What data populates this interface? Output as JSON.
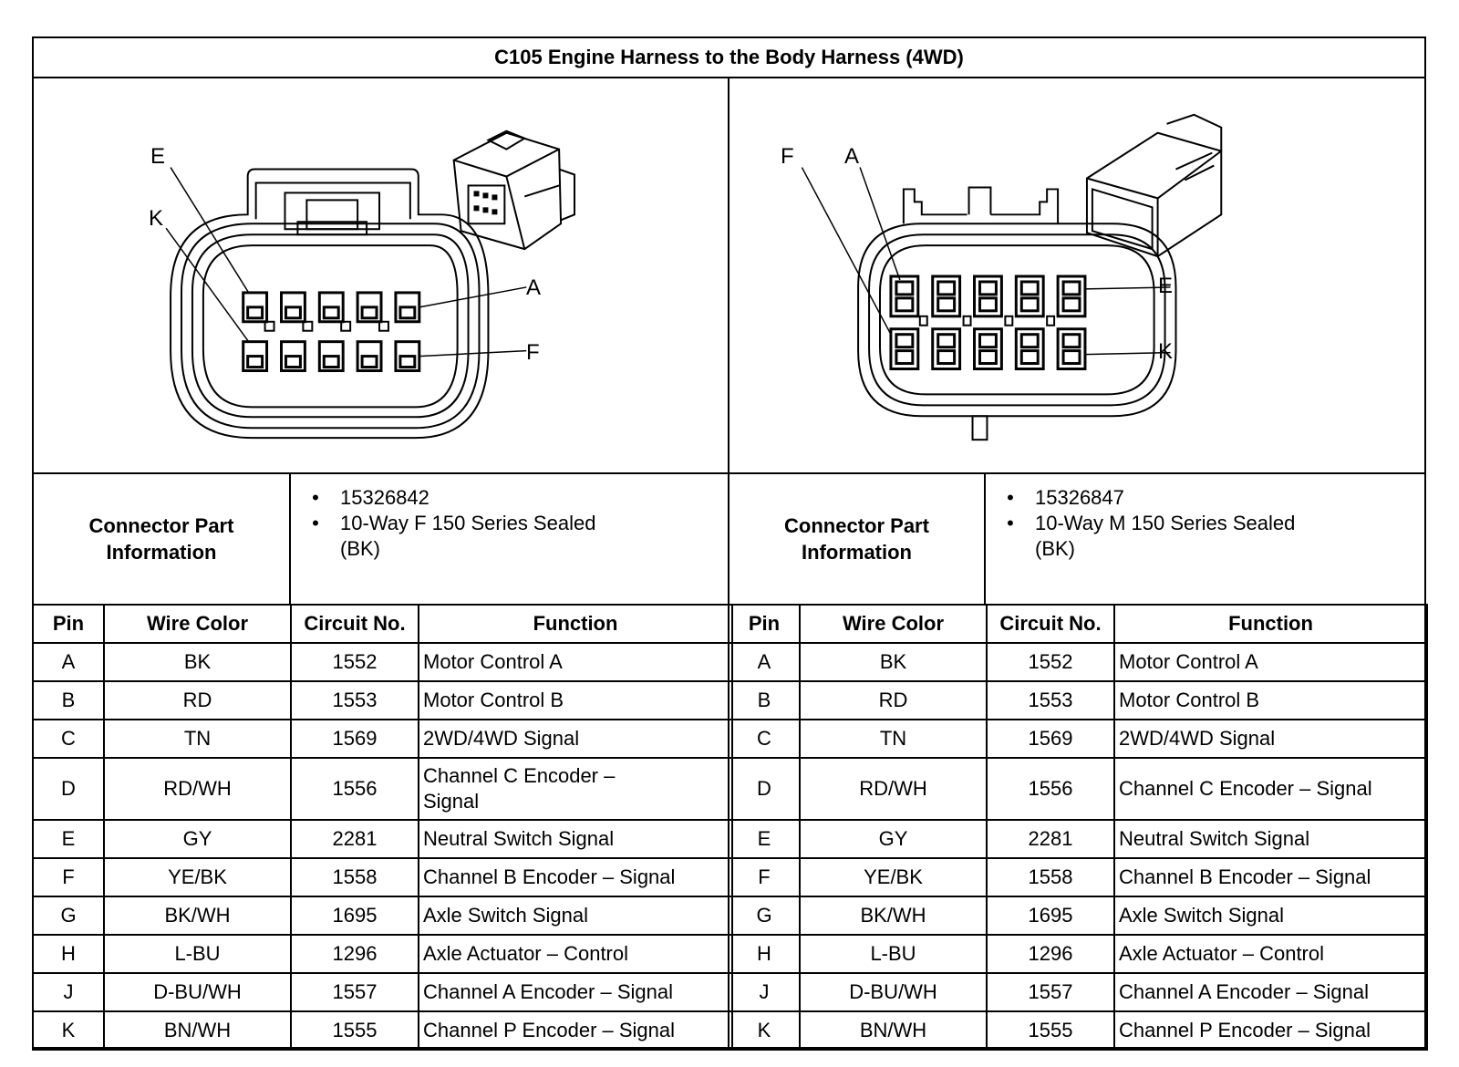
{
  "title": "C105 Engine Harness to the Body Harness (4WD)",
  "left_connector": {
    "callouts": {
      "top_1": "E",
      "top_2": "K",
      "right_1": "A",
      "right_2": "F"
    },
    "info_label_line1": "Connector Part",
    "info_label_line2": "Information",
    "part_number": "15326842",
    "description_line1": "10-Way F 150 Series Sealed",
    "description_line2": "(BK)"
  },
  "right_connector": {
    "callouts": {
      "top_1": "F",
      "top_2": "A",
      "right_1": "E",
      "right_2": "K"
    },
    "info_label_line1": "Connector Part",
    "info_label_line2": "Information",
    "part_number": "15326847",
    "description_line1": "10-Way M 150 Series Sealed",
    "description_line2": "(BK)"
  },
  "bullet": "•",
  "headers": {
    "pin": "Pin",
    "wire_color": "Wire Color",
    "circuit": "Circuit No.",
    "function": "Function"
  },
  "left_rows": [
    {
      "pin": "A",
      "color": "BK",
      "circuit": "1552",
      "function": "Motor Control A"
    },
    {
      "pin": "B",
      "color": "RD",
      "circuit": "1553",
      "function": "Motor Control B"
    },
    {
      "pin": "C",
      "color": "TN",
      "circuit": "1569",
      "function": "2WD/4WD Signal"
    },
    {
      "pin": "D",
      "color": "RD/WH",
      "circuit": "1556",
      "function_line1": "Channel C Encoder –",
      "function_line2": "Signal"
    },
    {
      "pin": "E",
      "color": "GY",
      "circuit": "2281",
      "function": "Neutral Switch Signal"
    },
    {
      "pin": "F",
      "color": "YE/BK",
      "circuit": "1558",
      "function": "Channel B Encoder – Signal"
    },
    {
      "pin": "G",
      "color": "BK/WH",
      "circuit": "1695",
      "function": "Axle Switch Signal"
    },
    {
      "pin": "H",
      "color": "L-BU",
      "circuit": "1296",
      "function": "Axle Actuator – Control"
    },
    {
      "pin": "J",
      "color": "D-BU/WH",
      "circuit": "1557",
      "function": "Channel A Encoder – Signal"
    },
    {
      "pin": "K",
      "color": "BN/WH",
      "circuit": "1555",
      "function": "Channel P Encoder – Signal"
    }
  ],
  "right_rows": [
    {
      "pin": "A",
      "color": "BK",
      "circuit": "1552",
      "function": "Motor Control A"
    },
    {
      "pin": "B",
      "color": "RD",
      "circuit": "1553",
      "function": "Motor Control B"
    },
    {
      "pin": "C",
      "color": "TN",
      "circuit": "1569",
      "function": "2WD/4WD Signal"
    },
    {
      "pin": "D",
      "color": "RD/WH",
      "circuit": "1556",
      "function": "Channel C Encoder – Signal"
    },
    {
      "pin": "E",
      "color": "GY",
      "circuit": "2281",
      "function": "Neutral Switch Signal"
    },
    {
      "pin": "F",
      "color": "YE/BK",
      "circuit": "1558",
      "function": "Channel B Encoder – Signal"
    },
    {
      "pin": "G",
      "color": "BK/WH",
      "circuit": "1695",
      "function": "Axle Switch Signal"
    },
    {
      "pin": "H",
      "color": "L-BU",
      "circuit": "1296",
      "function": "Axle Actuator – Control"
    },
    {
      "pin": "J",
      "color": "D-BU/WH",
      "circuit": "1557",
      "function": "Channel A Encoder – Signal"
    },
    {
      "pin": "K",
      "color": "BN/WH",
      "circuit": "1555",
      "function": "Channel P Encoder – Signal"
    }
  ]
}
